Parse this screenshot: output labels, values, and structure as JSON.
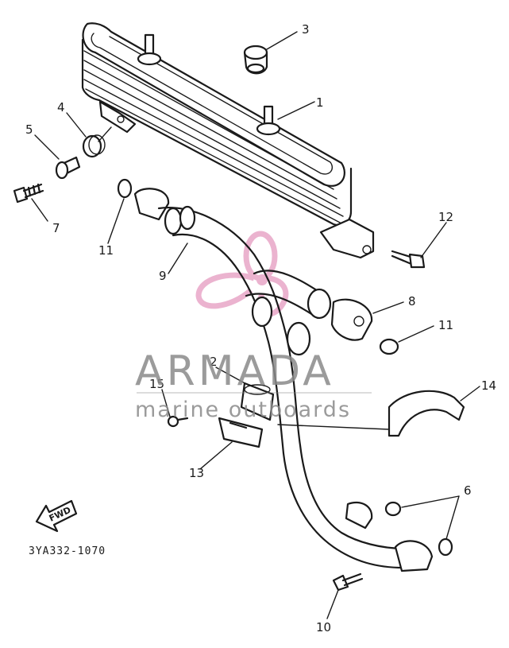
{
  "diagram": {
    "code": "3YA332-1070",
    "fwd_label": "FWD",
    "callouts": [
      {
        "id": "c1",
        "label": "1"
      },
      {
        "id": "c2",
        "label": "2"
      },
      {
        "id": "c3",
        "label": "3"
      },
      {
        "id": "c4",
        "label": "4"
      },
      {
        "id": "c5",
        "label": "5"
      },
      {
        "id": "c6",
        "label": "6"
      },
      {
        "id": "c7",
        "label": "7"
      },
      {
        "id": "c8",
        "label": "8"
      },
      {
        "id": "c9",
        "label": "9"
      },
      {
        "id": "c10",
        "label": "10"
      },
      {
        "id": "c11a",
        "label": "11"
      },
      {
        "id": "c11b",
        "label": "11"
      },
      {
        "id": "c12",
        "label": "12"
      },
      {
        "id": "c13",
        "label": "13"
      },
      {
        "id": "c14",
        "label": "14"
      },
      {
        "id": "c15",
        "label": "15"
      }
    ]
  },
  "watermark": {
    "title": "ARMADA",
    "subtitle": "marine outboards",
    "logo_color": "#e59ac0",
    "text_color": "#8a8a8a"
  }
}
